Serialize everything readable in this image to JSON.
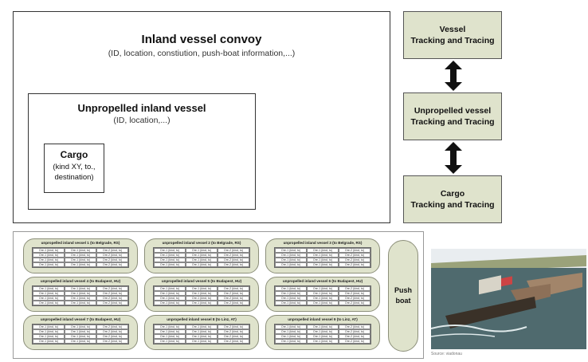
{
  "convoy": {
    "title": "Inland vessel convoy",
    "subtitle": "(ID, location, constiution, push-boat information,...)"
  },
  "vessel": {
    "title": "Unpropelled inland vessel",
    "subtitle": "(ID, location,...)"
  },
  "cargo": {
    "title": "Cargo",
    "line1": "(kind XY, to.,",
    "line2": "destination)"
  },
  "tracking": {
    "vessel_l1": "Vessel",
    "vessel_l2": "Tracking and Tracing",
    "unprop_l1": "Unpropelled vessel",
    "unprop_l2": "Tracking and Tracing",
    "cargo_l1": "Cargo",
    "cargo_l2": "Tracking and Tracing"
  },
  "barges": [
    {
      "title": "unpropelled inland vessel 1 (to Belgrade, RS)"
    },
    {
      "title": "unpropelled inland vessel 2 (to Belgrade, RS)"
    },
    {
      "title": "unpropelled inland vessel 3 (to Belgrade, RS)"
    },
    {
      "title": "unpropelled inland vessel 4 (to Budapest, HU)"
    },
    {
      "title": "unpropelled inland vessel 5 (to Budapest, HU)"
    },
    {
      "title": "unpropelled inland vessel 6 (to Budapest, HU)"
    },
    {
      "title": "unpropelled inland vessel 7 (to Budapest, HU)"
    },
    {
      "title": "unpropelled inland vessel 8 (to Linz, AT)"
    },
    {
      "title": "unpropelled inland vessel 9 (to Linz, AT)"
    }
  ],
  "cell_labels": [
    "Ore-1 (kind, to)",
    "Ore-1 (kind, to)",
    "Ore-2 (kind, to)"
  ],
  "push_boat": {
    "line1": "Push",
    "line2": "boat"
  },
  "photo": {
    "caption": "Source: viadonau",
    "colors": {
      "sky": "#e9edf0",
      "shore": "#9aa27a",
      "water": "#4f6a6e",
      "hull": "#3a3128",
      "cabin": "#d8d4c8"
    }
  }
}
